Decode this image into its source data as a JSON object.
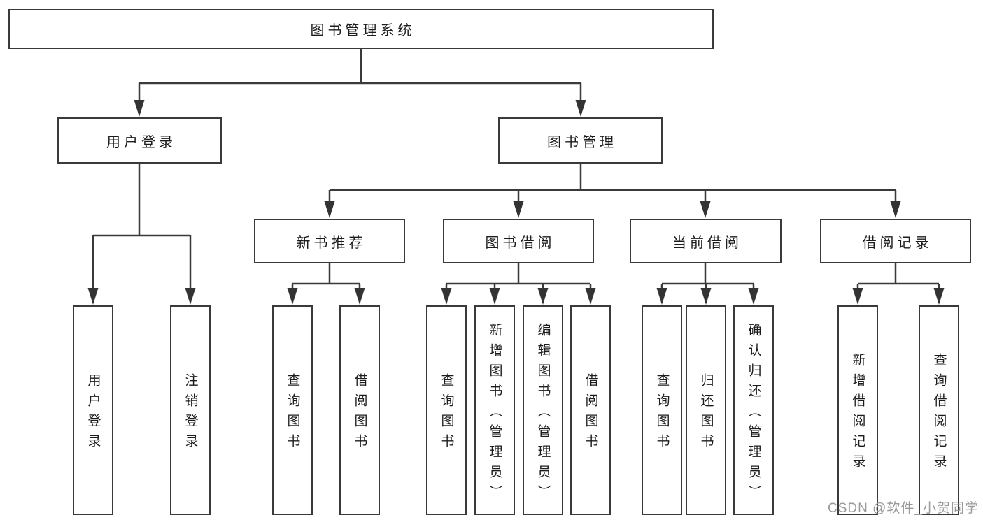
{
  "tree": {
    "root": {
      "label": "图书管理系统"
    },
    "children": [
      {
        "label": "用户登录",
        "children": [
          {
            "label": "用户登录"
          },
          {
            "label": "注销登录"
          }
        ]
      },
      {
        "label": "图书管理",
        "children": [
          {
            "label": "新书推荐",
            "children": [
              {
                "label": "查询图书"
              },
              {
                "label": "借阅图书"
              }
            ]
          },
          {
            "label": "图书借阅",
            "children": [
              {
                "label": "查询图书"
              },
              {
                "label": "新增图书（管理员）"
              },
              {
                "label": "编辑图书（管理员）"
              },
              {
                "label": "借阅图书"
              }
            ]
          },
          {
            "label": "当前借阅",
            "children": [
              {
                "label": "查询图书"
              },
              {
                "label": "归还图书"
              },
              {
                "label": "确认归还（管理员）"
              }
            ]
          },
          {
            "label": "借阅记录",
            "children": [
              {
                "label": "新增借阅记录"
              },
              {
                "label": "查询借阅记录"
              }
            ]
          }
        ]
      }
    ]
  },
  "watermark": {
    "text": "CSDN @软件_小贺同学"
  },
  "colors": {
    "line": "#3a3a3a",
    "text": "#1c1c1c",
    "background": "#ffffff",
    "watermark": "#9a9a9a"
  }
}
